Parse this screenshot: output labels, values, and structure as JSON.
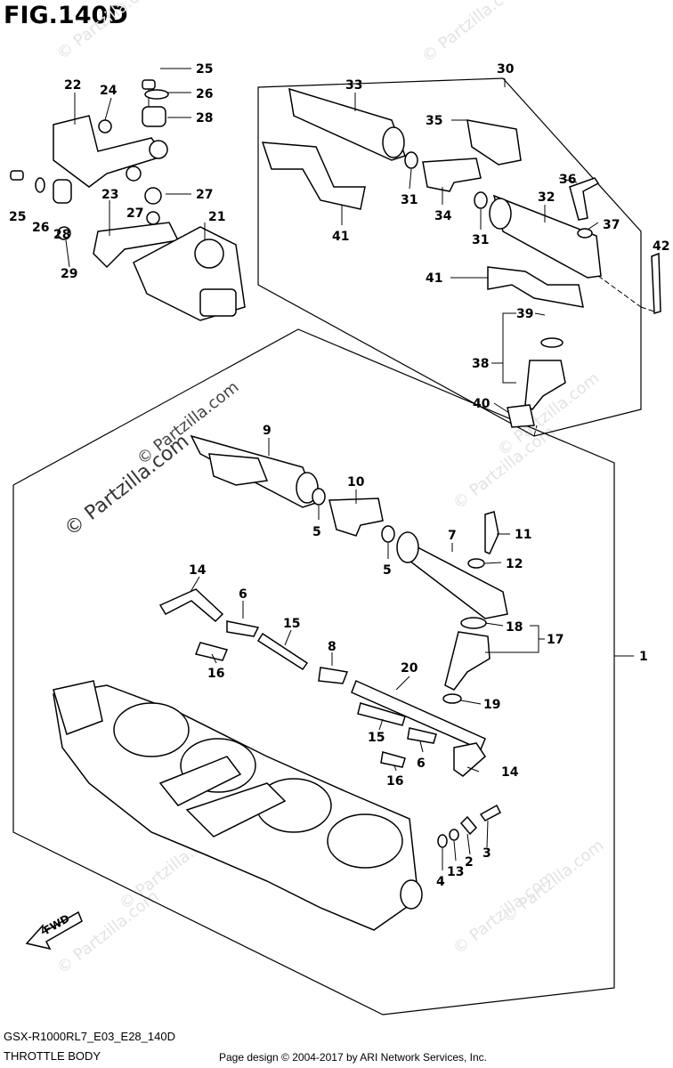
{
  "figure": {
    "title": "FIG.140D",
    "model_code": "GSX-R1000RL7_E03_E28_140D",
    "section_name": "THROTTLE BODY",
    "credit": "Page design © 2004-2017 by ARI Network Services, Inc.",
    "watermark": "© Partzilla.com",
    "fwd_label": "FWD"
  },
  "callouts": [
    "1",
    "2",
    "3",
    "4",
    "5",
    "5",
    "6",
    "6",
    "7",
    "8",
    "9",
    "10",
    "11",
    "12",
    "13",
    "14",
    "14",
    "15",
    "15",
    "16",
    "16",
    "17",
    "18",
    "19",
    "20",
    "21",
    "22",
    "23",
    "24",
    "25",
    "25",
    "26",
    "26",
    "27",
    "27",
    "28",
    "28",
    "29",
    "30",
    "31",
    "31",
    "32",
    "33",
    "34",
    "35",
    "36",
    "37",
    "38",
    "39",
    "40",
    "41",
    "41",
    "42"
  ]
}
